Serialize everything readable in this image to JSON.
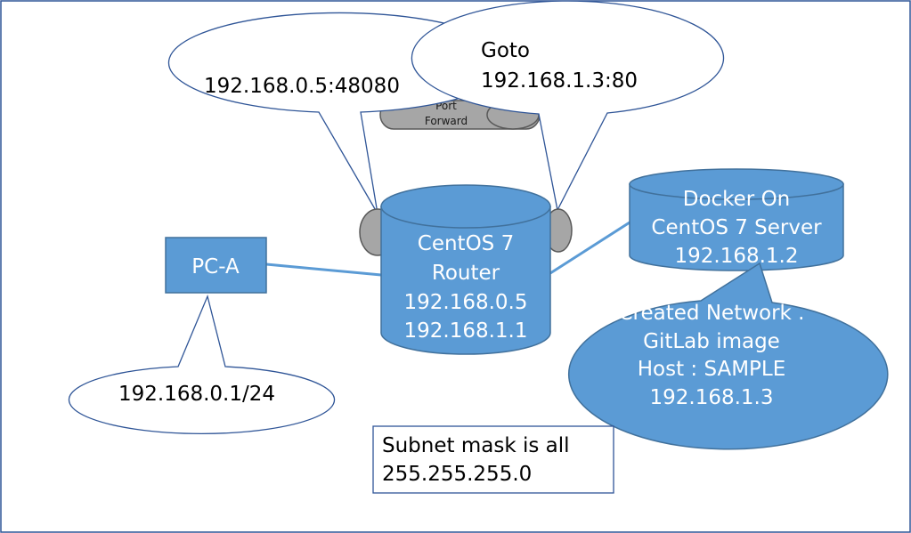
{
  "colors": {
    "node_fill": "#5b9bd5",
    "node_stroke": "#41719c",
    "connector": "#5b9bd5",
    "callout_stroke": "#2f5597",
    "port_fill": "#a6a6a6",
    "port_stroke": "#595959",
    "frame": "#2f5597"
  },
  "nodes": {
    "pc_a": {
      "label": "PC-A"
    },
    "router": {
      "lines": [
        "CentOS 7",
        "Router",
        "192.168.0.5",
        "192.168.1.1"
      ]
    },
    "docker_server": {
      "lines": [
        "Docker On",
        "CentOS 7 Server",
        "192.168.1.2"
      ]
    },
    "gitlab": {
      "lines": [
        "Created Network .",
        "GitLab image",
        "Host : SAMPLE",
        "192.168.1.3"
      ]
    }
  },
  "callouts": {
    "pc_ip": {
      "text": "192.168.0.1/24"
    },
    "external_port": {
      "text": "192.168.0.5:48080"
    },
    "goto": {
      "lines": [
        "Goto",
        "192.168.1.3:80"
      ]
    }
  },
  "port_forward": {
    "lines": [
      "Port",
      "Forward"
    ]
  },
  "subnet_note": {
    "lines": [
      "Subnet mask is all",
      "255.255.255.0"
    ]
  }
}
